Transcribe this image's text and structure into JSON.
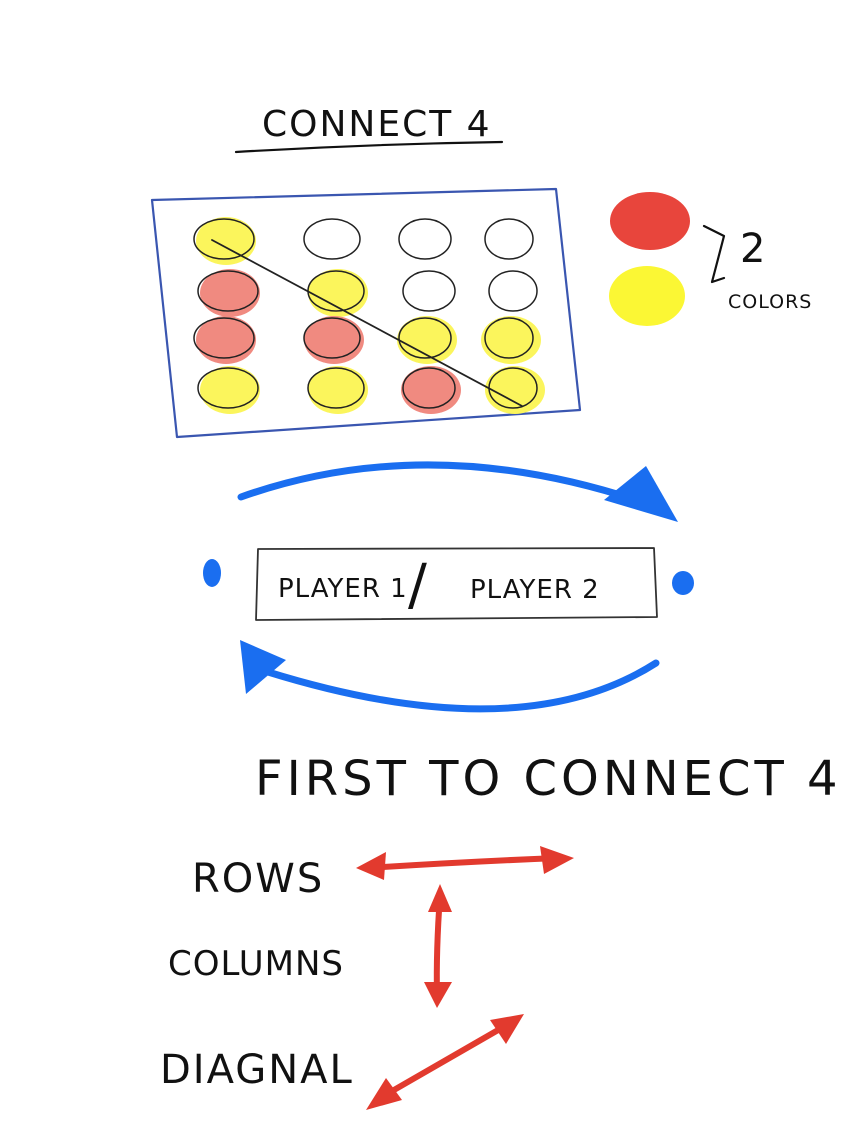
{
  "title": "CONNECT 4",
  "board": {
    "rows": [
      [
        "yellow",
        "empty",
        "empty",
        "empty"
      ],
      [
        "red",
        "yellow",
        "empty",
        "empty"
      ],
      [
        "red",
        "red",
        "yellow",
        "yellow"
      ],
      [
        "yellow",
        "yellow",
        "red",
        "yellow"
      ]
    ],
    "winning_line": "diagonal"
  },
  "colors_note": {
    "count": "2",
    "label": "COLORS",
    "swatches": [
      "#e8453c",
      "#fbf734"
    ]
  },
  "turns": {
    "player1": "PLAYER 1",
    "separator": "/",
    "player2": "PLAYER 2"
  },
  "rule": "FIRST TO CONNECT 4",
  "directions": {
    "rows": "ROWS",
    "columns": "COLUMNS",
    "diagonal": "DIAGNAL"
  },
  "palette": {
    "ink": "#111111",
    "board_border": "#3a56b0",
    "turn_arrow": "#1a6ef0",
    "direction_arrow": "#e23a2e",
    "red": "#f08a80",
    "yellow": "#fbf55c"
  }
}
